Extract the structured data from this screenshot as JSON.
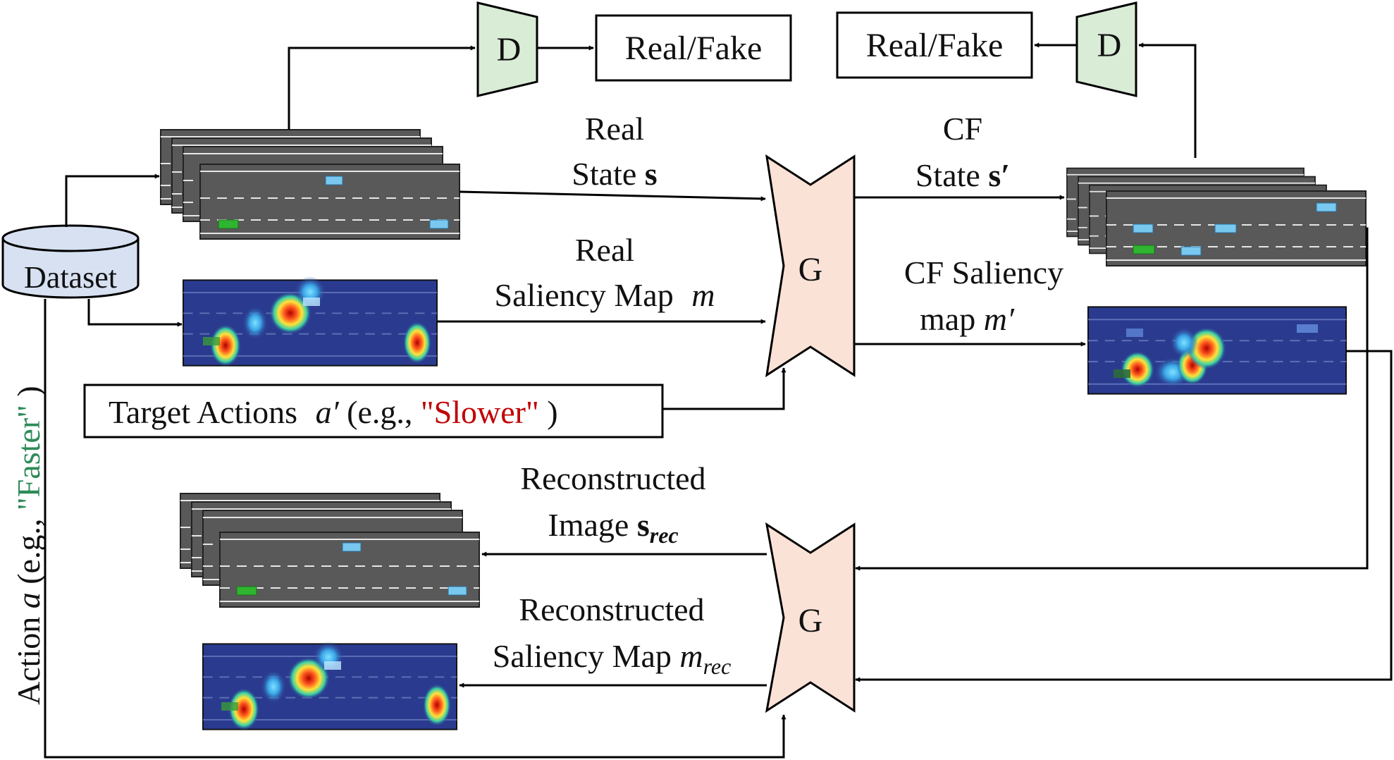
{
  "nodes": {
    "dataset": "Dataset",
    "disc_left": "D",
    "disc_right": "D",
    "realfake_left": "Real/Fake",
    "realfake_right": "Real/Fake",
    "gen_top": "G",
    "gen_bottom": "G",
    "target_actions": {
      "prefix": "Target Actions",
      "var": "a′",
      "open": " (e.g., ",
      "example": "\"Slower\"",
      "close": ")"
    }
  },
  "edges": {
    "real_state": {
      "line1": "Real",
      "line2_text": "State ",
      "line2_var": "s"
    },
    "real_saliency": {
      "line1": "Real",
      "line2_text": "Saliency Map ",
      "line2_var": "m"
    },
    "cf_state": {
      "line1": "CF",
      "line2_text": "State ",
      "line2_var": "s′"
    },
    "cf_saliency": {
      "line1": "CF Saliency",
      "line2_text": "map ",
      "line2_var": "m′"
    },
    "rec_image": {
      "line1": "Reconstructed",
      "line2_text": "Image ",
      "line2_var": "s",
      "line2_sub": "rec"
    },
    "rec_saliency": {
      "line1": "Reconstructed",
      "line2_text": "Saliency Map ",
      "line2_var": "m",
      "line2_sub": "rec"
    },
    "action": {
      "prefix": "Action ",
      "var": "a",
      "open": " (e.g., ",
      "example": "\"Faster\"",
      "close": ")"
    }
  },
  "colors": {
    "discriminator": "#d9ecd6",
    "generator": "#fbe2d6",
    "dataset": "#d7e1f2",
    "road": "#595959",
    "saliency_bg": "#2a3b8f",
    "slower": "#c00000",
    "faster": "#2e8b57",
    "car_green": "#2fb52f",
    "car_blue": "#78c8f0"
  },
  "icons": [
    "road-state-icon",
    "saliency-map-icon"
  ]
}
